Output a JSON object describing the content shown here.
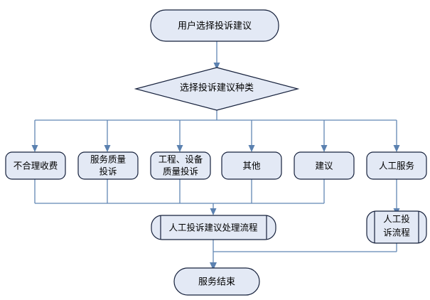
{
  "diagram": {
    "title_node": {
      "label": "用户选择投诉建议",
      "shape": "rounded-terminator"
    },
    "decision_node": {
      "label": "选择投诉建议种类",
      "shape": "diamond"
    },
    "category_nodes": [
      {
        "label": "不合理收费",
        "lines": [
          "不合理收费"
        ],
        "shape": "rounded-rect"
      },
      {
        "label": "服务质量投诉",
        "lines": [
          "服务质量",
          "投诉"
        ],
        "shape": "rounded-rect"
      },
      {
        "label": "工程、设备质量投诉",
        "lines": [
          "工程、设备",
          "质量投诉"
        ],
        "shape": "rounded-rect"
      },
      {
        "label": "其他",
        "lines": [
          "其他"
        ],
        "shape": "rounded-rect"
      },
      {
        "label": "建议",
        "lines": [
          "建议"
        ],
        "shape": "rounded-rect"
      },
      {
        "label": "人工服务",
        "lines": [
          "人工服务"
        ],
        "shape": "rounded-rect"
      }
    ],
    "process_nodes": [
      {
        "label": "人工投诉建议处理流程",
        "lines": [
          "人工投诉建议处理流程"
        ],
        "shape": "predefined-process"
      },
      {
        "label": "人工投诉流程",
        "lines": [
          "人工投",
          "诉流程"
        ],
        "shape": "predefined-process"
      }
    ],
    "end_node": {
      "label": "服务结束",
      "shape": "rounded-terminator"
    },
    "colors": {
      "node_fill": "#e3e9f5",
      "node_stroke": "#16213c",
      "connector": "#6287b4",
      "arrow": "#5b81b0",
      "background": "#ffffff",
      "text": "#000000"
    }
  }
}
